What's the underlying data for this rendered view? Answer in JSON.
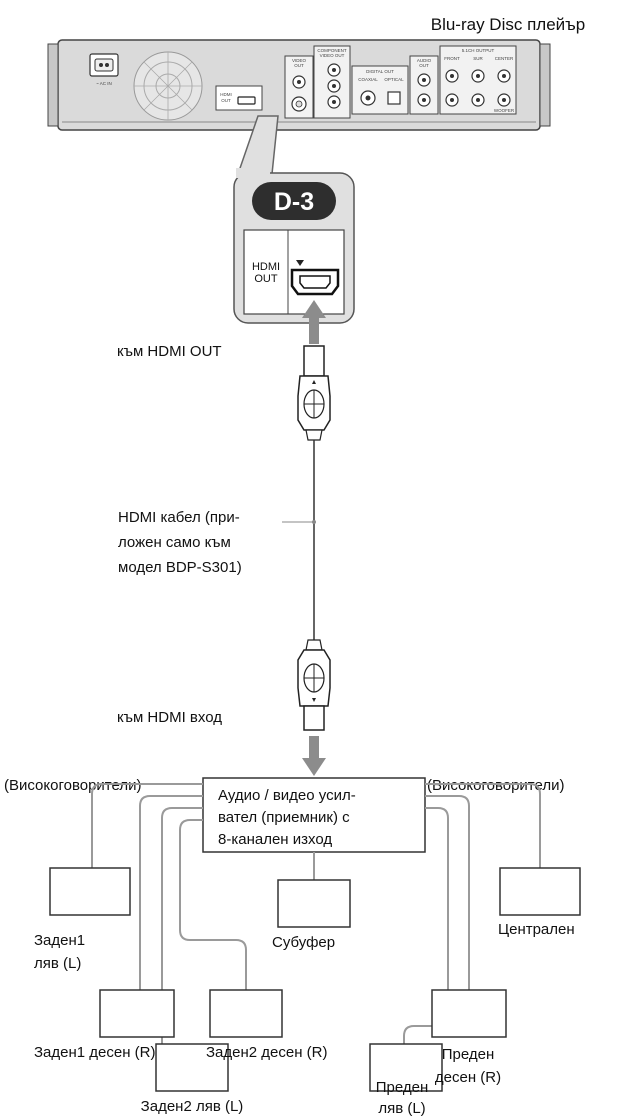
{
  "player": {
    "title": "Blu-ray Disc плейър",
    "ac_in": "~ AC IN",
    "hdmi_small": [
      "HDMI",
      "OUT"
    ],
    "video_out": [
      "VIDEO",
      "OUT"
    ],
    "component": [
      "COMPONENT",
      "VIDEO OUT"
    ],
    "digital_out": "DIGITAL OUT",
    "coaxial": "COAXIAL",
    "optical": "OPTICAL",
    "audio_out": [
      "AUDIO",
      "OUT"
    ],
    "ch51_out": "5.1CH OUTPUT",
    "front": "FRONT",
    "sur": "SUR",
    "center": "CENTER",
    "woofer": "WOOFER"
  },
  "callout": {
    "badge": "D-3",
    "hdmi_label": [
      "HDMI",
      "OUT"
    ]
  },
  "labels": {
    "to_hdmi_out": "към HDMI OUT",
    "cable": [
      "HDMI кабел (при-",
      "ложен само към",
      "модел BDP-S301)"
    ],
    "to_hdmi_in": "към HDMI вход",
    "speakers_left": "(Високоговорители)",
    "speakers_right": "(Високоговорители)",
    "amplifier": [
      "Аудио / видео усил-",
      "вател (приемник) с",
      "8-канален изход"
    ]
  },
  "speakers": {
    "rear1_left": [
      "Заден1",
      "ляв (L)"
    ],
    "subwoofer": "Субуфер",
    "center": "Централен",
    "rear1_right": "Заден1 десен (R)",
    "rear2_right": "Заден2 десен (R)",
    "front_right": [
      "Преден",
      "десен (R)"
    ],
    "rear2_left": "Заден2 ляв (L)",
    "front_left": [
      "Преден",
      "ляв (L)"
    ]
  },
  "colors": {
    "device_fill": "#d8d8d8",
    "callout_fill": "#e0e0e0",
    "badge_fill": "#2e2e2e",
    "wire": "#9a9a9a",
    "arrow": "#8c8c8c"
  }
}
